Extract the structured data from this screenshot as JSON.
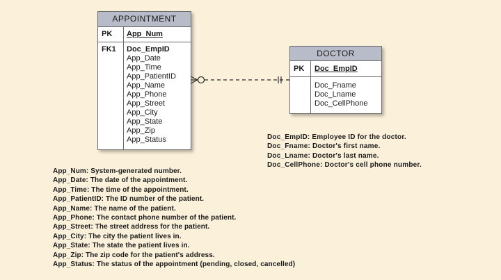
{
  "entities": {
    "appointment": {
      "name": "APPOINTMENT",
      "pk_label": "PK",
      "pk_attr": "App_Num",
      "fk_label": "FK1",
      "fk_attr": "Doc_EmpID",
      "attributes": [
        "App_Date",
        "App_Time",
        "App_PatientID",
        "App_Name",
        "App_Phone",
        "App_Street",
        "App_City",
        "App_State",
        "App_Zip",
        "App_Status"
      ]
    },
    "doctor": {
      "name": "DOCTOR",
      "pk_label": "PK",
      "pk_attr": "Doc_EmpID",
      "attributes": [
        "Doc_Fname",
        "Doc_Lname",
        "Doc_CellPhone"
      ]
    }
  },
  "relationship": {
    "from": "APPOINTMENT",
    "to": "DOCTOR",
    "from_cardinality": "zero-or-many",
    "to_cardinality": "exactly-one",
    "line_style": "dashed"
  },
  "doctor_definitions": [
    "Doc_EmpID:  Employee ID for the doctor.",
    "Doc_Fname: Doctor's  first  name.",
    "Doc_Lname: Doctor's  last  name.",
    "Doc_CellPhone: Doctor's cell phone number."
  ],
  "appointment_definitions": [
    "App_Num: System-generated number.",
    "App_Date: The date of the appointment.",
    "App_Time: The time of the appointment.",
    "App_PatientID: The ID number of the patient.",
    "App_Name:  The name of the patient.",
    "App_Phone: The contact phone number of the patient.",
    "App_Street:  The street address for the patient.",
    "App_City:   The city the patient lives in.",
    "App_State:  The state the patient lives in.",
    "App_Zip:  The zip code for the patient's address.",
    "App_Status: The status of the appointment (pending, closed, cancelled)"
  ],
  "colors": {
    "background": "#fbf0da",
    "entity_header": "#b7bcc8",
    "entity_body": "#ffffff",
    "border": "#6b6b6b"
  }
}
